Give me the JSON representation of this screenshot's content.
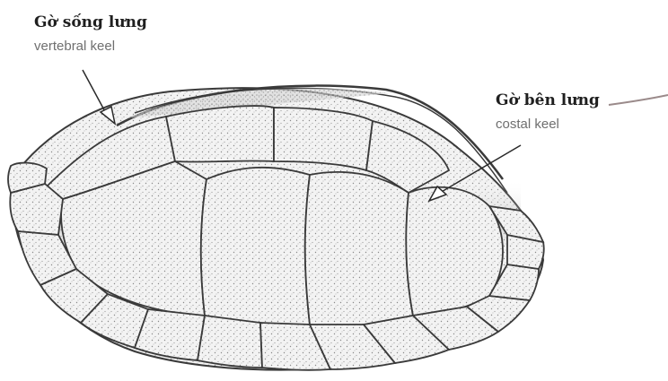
{
  "labels": {
    "vertebral": {
      "title": "Gờ sống lưng",
      "subtitle": "vertebral keel"
    },
    "costal": {
      "title": "Gờ bên lưng",
      "subtitle": "costal keel"
    }
  },
  "colors": {
    "outline": "#3a3a3a",
    "stipple": "#8a8a8a",
    "background": "#ffffff"
  }
}
